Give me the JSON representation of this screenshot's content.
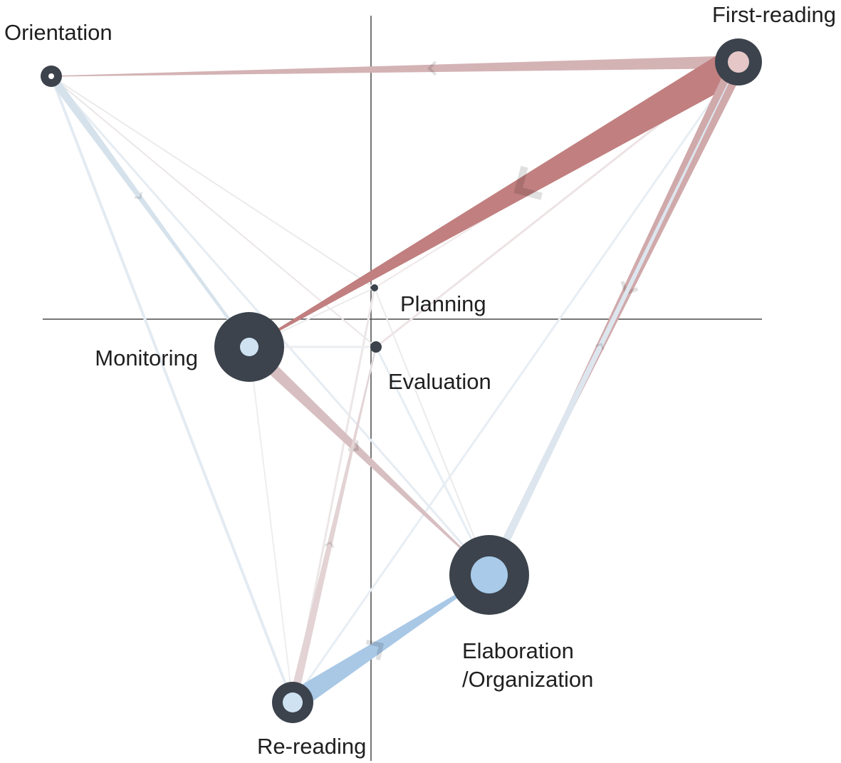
{
  "diagram": {
    "nodes": [
      {
        "id": "orientation",
        "label_lines": [
          "Orientation"
        ]
      },
      {
        "id": "first-reading",
        "label_lines": [
          "First-reading"
        ]
      },
      {
        "id": "planning",
        "label_lines": [
          "Planning"
        ]
      },
      {
        "id": "monitoring",
        "label_lines": [
          "Monitoring"
        ]
      },
      {
        "id": "evaluation",
        "label_lines": [
          "Evaluation"
        ]
      },
      {
        "id": "elaboration-organization",
        "label_lines": [
          "Elaboration",
          "/Organization"
        ]
      },
      {
        "id": "re-reading",
        "label_lines": [
          "Re-reading"
        ]
      }
    ],
    "edges": [
      {
        "from": "first-reading",
        "to": "orientation",
        "weight": 3,
        "color": "#d4b3b5"
      },
      {
        "from": "first-reading",
        "to": "monitoring",
        "weight": 8,
        "color": "#c17f7f"
      },
      {
        "from": "first-reading",
        "to": "elaboration-organization",
        "weight": 4,
        "color": "#d0a9ab"
      },
      {
        "from": "elaboration-organization",
        "to": "first-reading",
        "weight": 2,
        "color": "#dde6ee"
      },
      {
        "from": "monitoring",
        "to": "elaboration-organization",
        "weight": 3,
        "color": "#d7bfc1"
      },
      {
        "from": "re-reading",
        "to": "elaboration-organization",
        "weight": 5,
        "color": "#a9c8e6"
      },
      {
        "from": "orientation",
        "to": "monitoring",
        "weight": 2,
        "color": "#d5e2ec"
      },
      {
        "from": "re-reading",
        "to": "evaluation",
        "weight": 2,
        "color": "#e3d3d4"
      }
    ]
  }
}
